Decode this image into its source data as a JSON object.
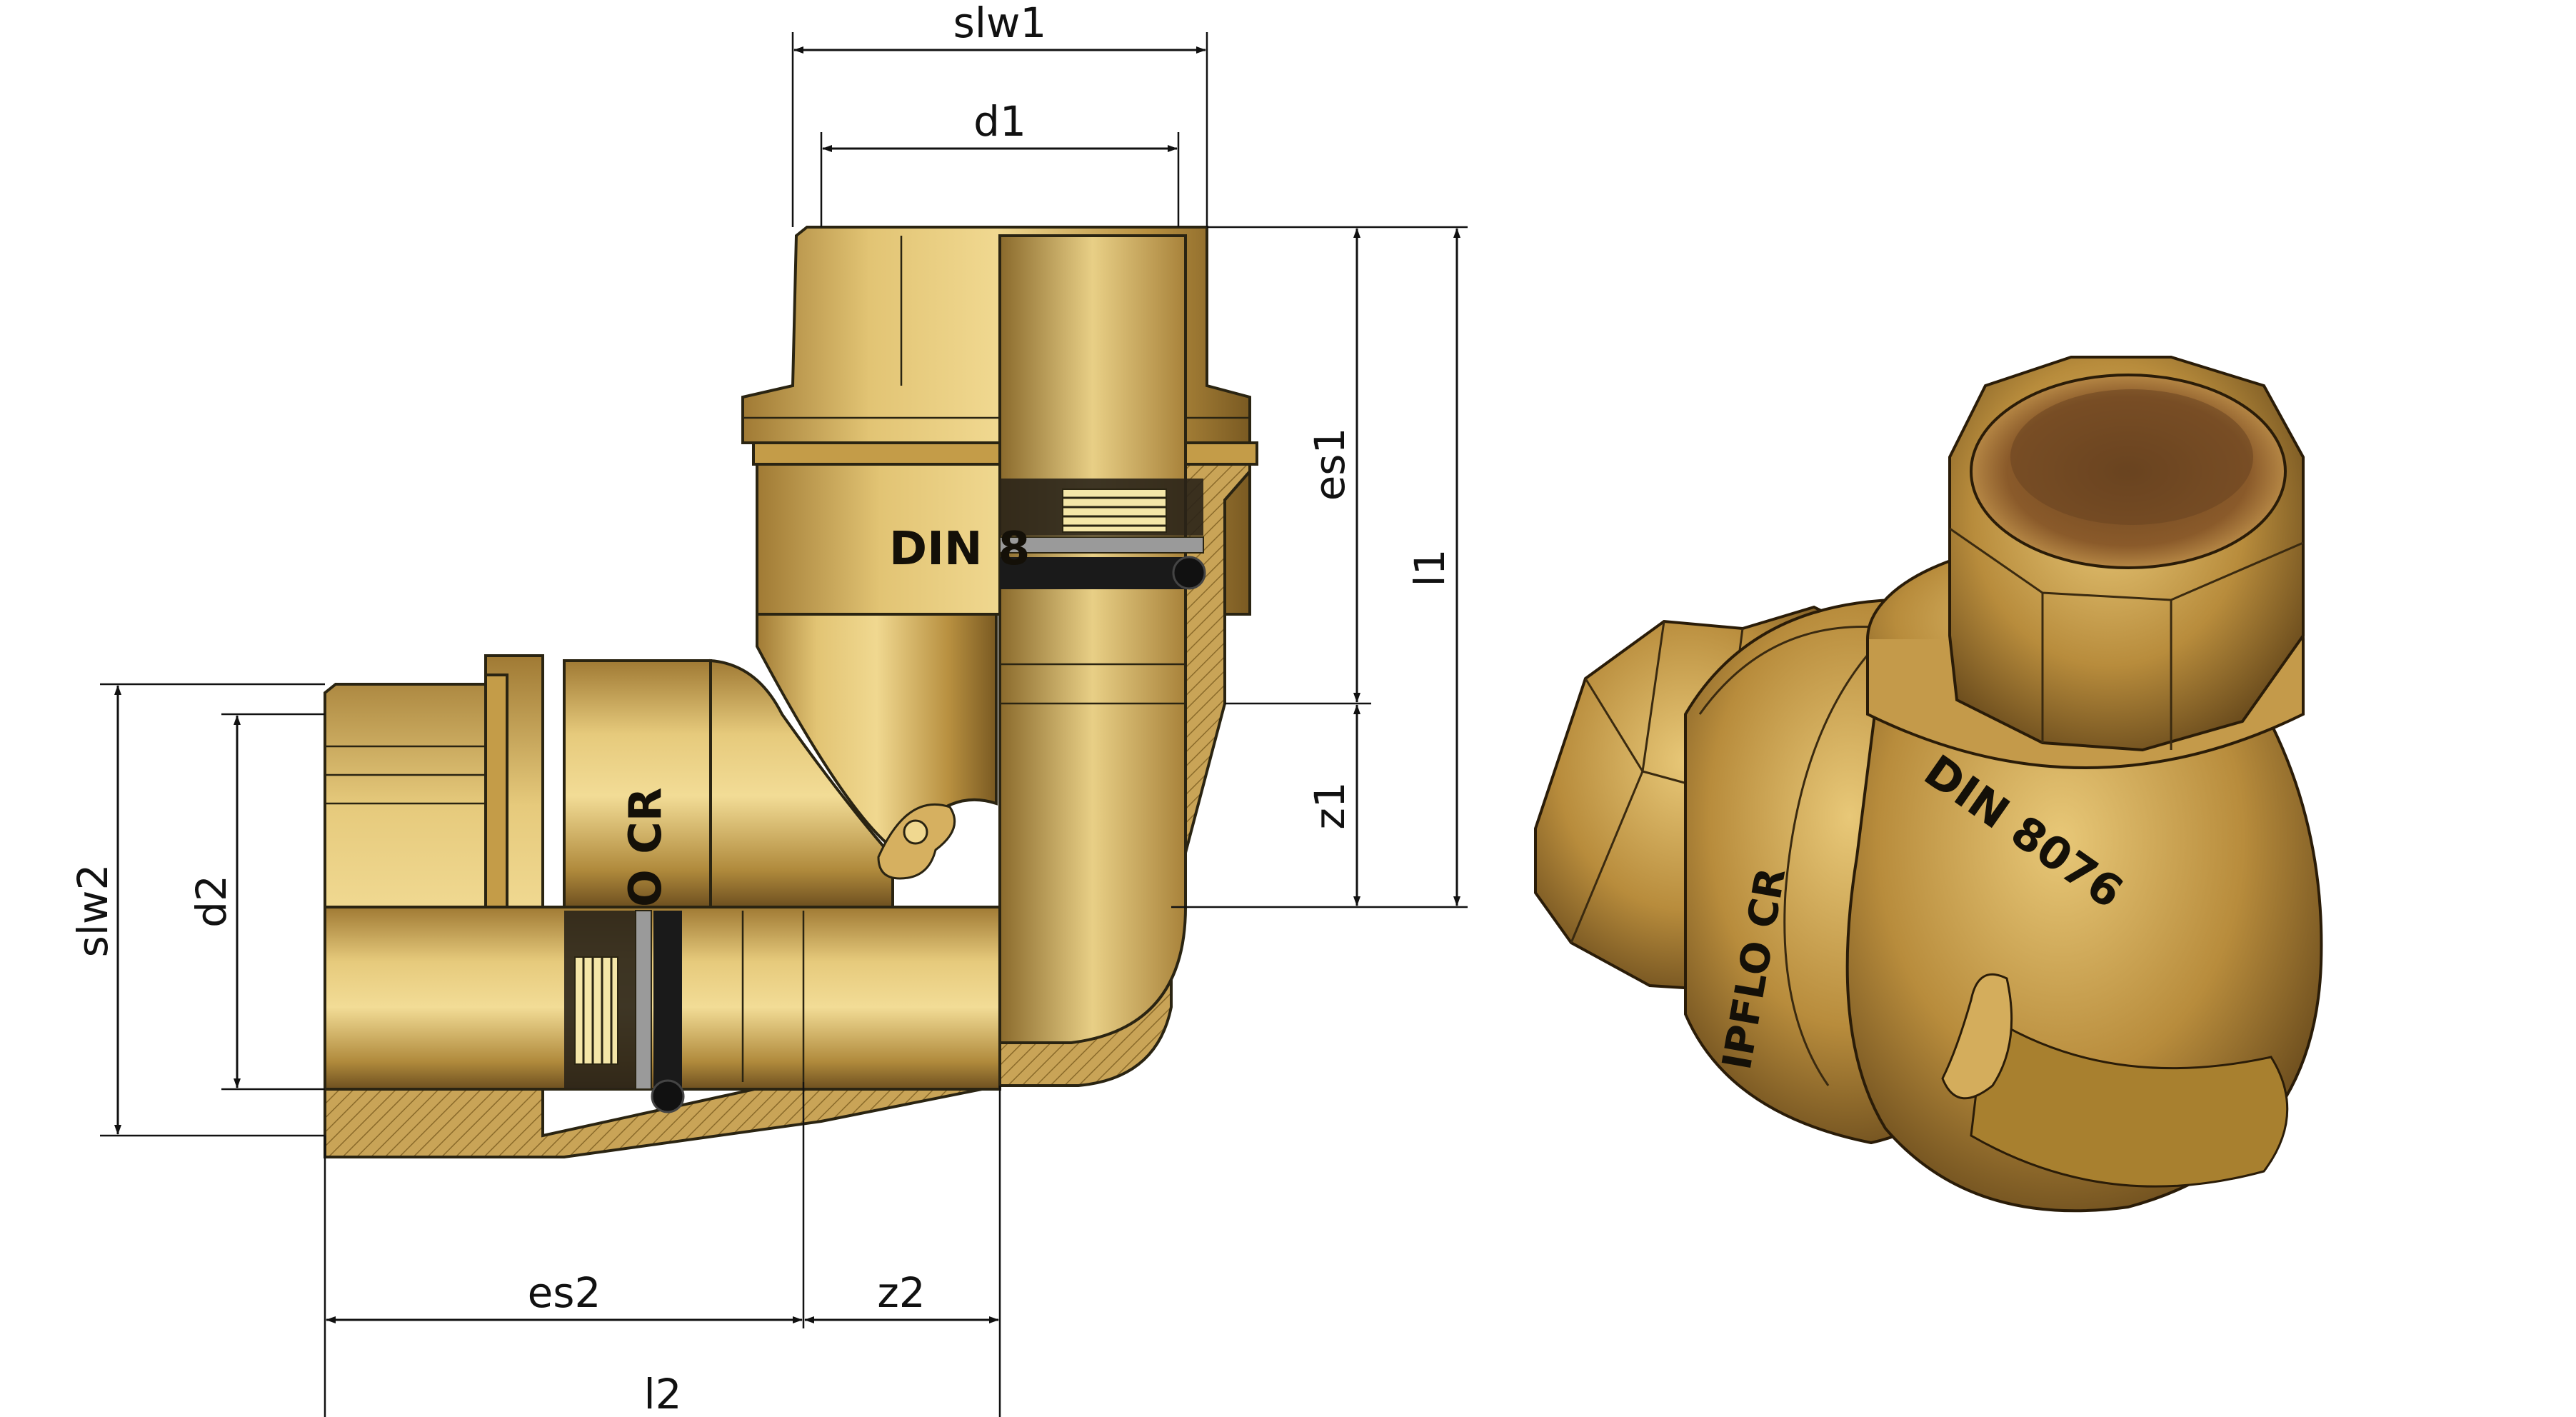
{
  "dimensions": {
    "slw1": "slw1",
    "d1": "d1",
    "es1": "es1",
    "l1": "l1",
    "z1": "z1",
    "slw2": "slw2",
    "d2": "d2",
    "es2": "es2",
    "z2": "z2",
    "l2": "l2"
  },
  "markings": {
    "section_din": "DIN 8",
    "section_brand": "O CR",
    "iso_din": "DIN 8076",
    "iso_brand": "IPFLO CR"
  },
  "colors": {
    "brass_light": "#e6c97a",
    "brass_mid": "#c9a24f",
    "brass_dark": "#7a5a22",
    "hatch": "#b08a3e",
    "oring": "#1a1a1a",
    "spring": "#f4e6a8",
    "washer": "#9a9a9a"
  }
}
